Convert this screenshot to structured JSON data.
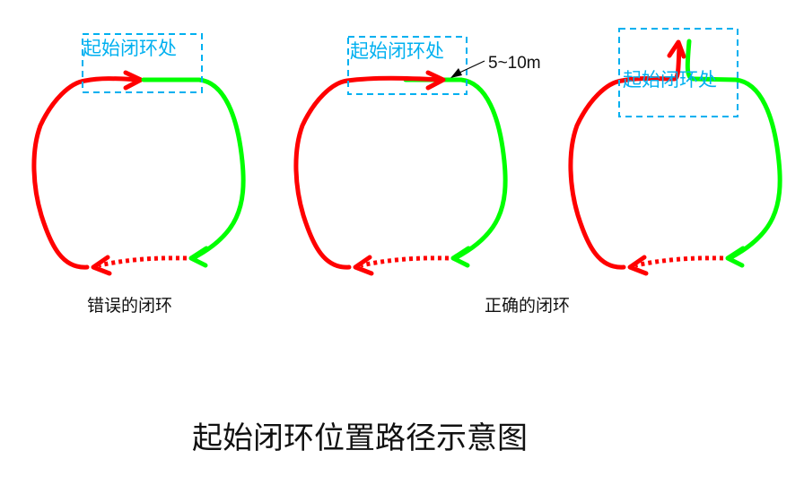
{
  "box_label": "起始闭环处",
  "distance_label": "5~10m",
  "captions": {
    "wrong": "错误的闭环",
    "correct": "正确的闭环"
  },
  "title": "起始闭环位置路径示意图",
  "colors": {
    "red": "#ff0000",
    "green": "#00ff00",
    "box": "#00b0f0"
  }
}
